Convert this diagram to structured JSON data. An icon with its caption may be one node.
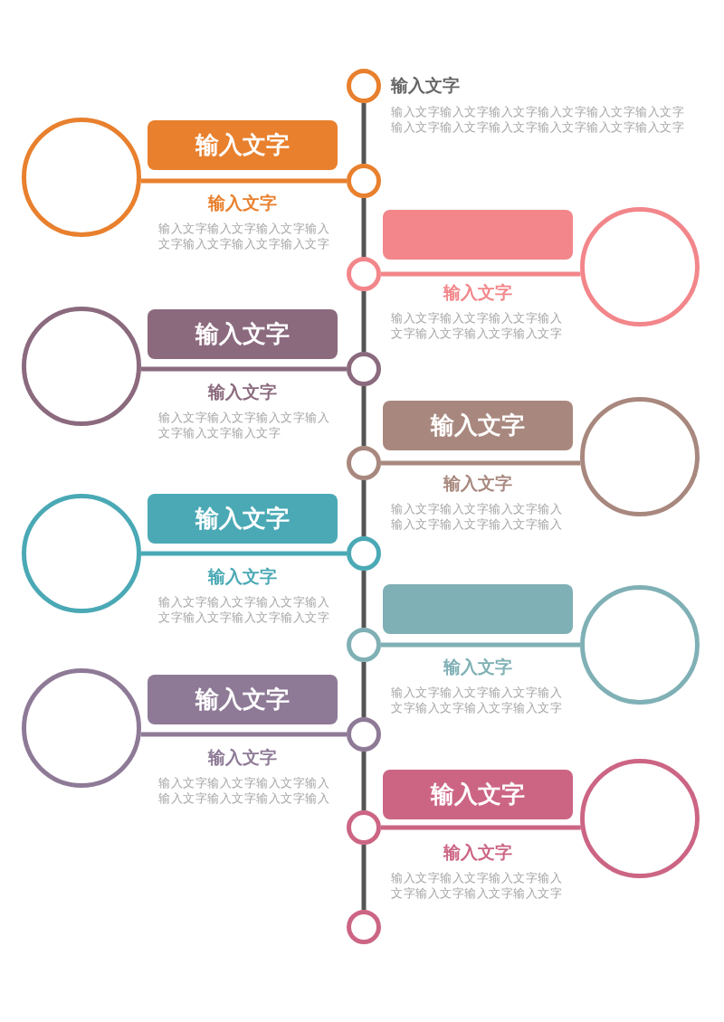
{
  "diagram": {
    "nodes": [
      {
        "text": [],
        "shape": "circle",
        "beside": [
          "输入文字",
          "输入文字输入文字输入文字输入文字输入文字输入文字输入文字输入文字输入文字输入文字输入文字输入文字"
        ]
      },
      {
        "text": [],
        "shape": "circle"
      },
      {
        "text": [
          "输入文字"
        ],
        "beside": [
          "输入文字",
          "输入文字输入文字输入文字输入文字输入文字输入文字输入文字"
        ]
      },
      {
        "text": [],
        "shape": "circle"
      },
      {
        "text": [],
        "shape": "circle"
      },
      {
        "text": [],
        "shape": "box",
        "beside": [
          "输入文字",
          "输入文字输入文字输入文字输入文字输入文字输入文字输入文字"
        ]
      },
      {
        "text": [],
        "shape": "circle"
      },
      {
        "text": [],
        "shape": "circle"
      },
      {
        "text": [
          "输入文字"
        ],
        "beside": [
          "输入文字",
          "输入文字输入文字输入文字输入文字输入文字输入文字"
        ]
      },
      {
        "text": [],
        "shape": "circle"
      },
      {
        "text": [],
        "shape": "circle"
      },
      {
        "text": [
          "输入文字"
        ],
        "beside": [
          "输入文字",
          "输入文字输入文字输入文字输入输入文字输入文字输入文字输入"
        ]
      },
      {
        "text": [],
        "shape": "circle"
      },
      {
        "text": [],
        "shape": "circle"
      },
      {
        "text": [
          "输入文字"
        ],
        "beside": [
          "输入文字",
          "输入文字输入文字输入文字输入文字输入文字输入文字输入文字"
        ]
      },
      {
        "text": [],
        "shape": "circle"
      },
      {
        "text": [],
        "shape": "circle"
      },
      {
        "text": [],
        "shape": "box",
        "beside": [
          "输入文字",
          "输入文字输入文字输入文字输入文字输入文字输入文字输入文字"
        ]
      },
      {
        "text": [],
        "shape": "circle"
      },
      {
        "text": [],
        "shape": "circle"
      },
      {
        "text": [
          "输入文字"
        ],
        "beside": [
          "输入文字",
          "输入文字输入文字输入文字输入输入文字输入文字输入文字输入"
        ]
      },
      {
        "text": [],
        "shape": "circle"
      },
      {
        "text": [],
        "shape": "circle"
      },
      {
        "text": [
          "输入文字"
        ],
        "beside": [
          "输入文字",
          "输入文字输入文字输入文字输入文字输入文字输入文字输入文字"
        ]
      },
      {
        "text": [],
        "shape": "circle"
      },
      {
        "text": [],
        "shape": "circle"
      }
    ],
    "edges": [
      {
        "from": 0,
        "to": 3,
        "arrow": "none"
      },
      {
        "from": 3,
        "to": 6,
        "arrow": "none"
      },
      {
        "from": 6,
        "to": 9,
        "arrow": "none"
      },
      {
        "from": 9,
        "to": 12,
        "arrow": "none"
      },
      {
        "from": 12,
        "to": 15,
        "arrow": "none"
      },
      {
        "from": 15,
        "to": 18,
        "arrow": "none"
      },
      {
        "from": 18,
        "to": 21,
        "arrow": "none"
      },
      {
        "from": 21,
        "to": 24,
        "arrow": "none"
      },
      {
        "from": 24,
        "to": 25,
        "arrow": "none"
      },
      {
        "from": 1,
        "to": 3,
        "arrow": "none",
        "color": "#e8802e"
      },
      {
        "from": 4,
        "to": 6,
        "arrow": "none",
        "color": "#f2868a"
      },
      {
        "from": 7,
        "to": 9,
        "arrow": "none",
        "color": "#8b6a7e"
      },
      {
        "from": 10,
        "to": 12,
        "arrow": "none",
        "color": "#a8887e"
      },
      {
        "from": 13,
        "to": 15,
        "arrow": "none",
        "color": "#4aa9b5"
      },
      {
        "from": 16,
        "to": 18,
        "arrow": "none",
        "color": "#7fb0b5"
      },
      {
        "from": 19,
        "to": 21,
        "arrow": "none",
        "color": "#8e7a96"
      },
      {
        "from": 22,
        "to": 24,
        "arrow": "none",
        "color": "#cc6584"
      }
    ]
  }
}
